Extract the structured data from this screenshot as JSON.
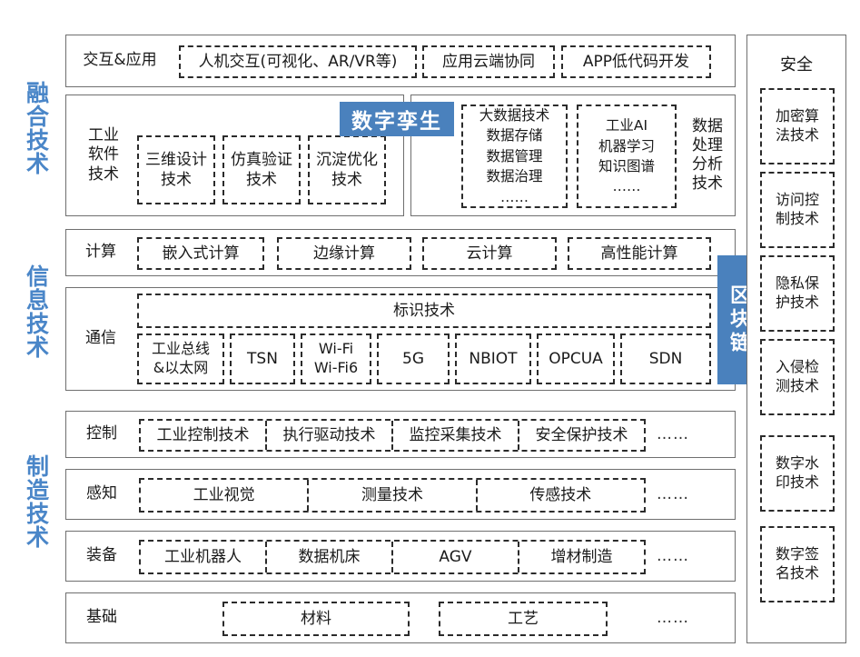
{
  "layers": [
    {
      "key": "fusion",
      "label": "融合技术"
    },
    {
      "key": "information",
      "label": "信息技术"
    },
    {
      "key": "manufacturing",
      "label": "制造技术"
    }
  ],
  "interaction_row": {
    "label": "交互&应用",
    "items": [
      "人机交互(可视化、AR/VR等)",
      "应用云端协同",
      "APP低代码开发"
    ]
  },
  "software_row": {
    "label": "工业\n软件\n技术",
    "items": [
      "三维设计\n技术",
      "仿真验证\n技术",
      "沉淀优化\n技术"
    ]
  },
  "digital_twin": {
    "label": "数字孪生",
    "color": "#4a81bd"
  },
  "data_row": {
    "label": "数据\n处理\n分析\n技术",
    "items": [
      "大数据技术\n数据存储\n数据管理\n数据治理\n……",
      "工业AI\n机器学习\n知识图谱\n……"
    ]
  },
  "compute_row": {
    "label": "计算",
    "items": [
      "嵌入式计算",
      "边缘计算",
      "云计算",
      "高性能计算"
    ]
  },
  "comm_row": {
    "label": "通信",
    "banner": "标识技术",
    "items": [
      "工业总线\n&以太网",
      "TSN",
      "Wi-Fi\nWi-Fi6",
      "5G",
      "NBIOT",
      "OPCUA",
      "SDN"
    ]
  },
  "blockchain": {
    "label": "区块链",
    "color": "#4a81bd"
  },
  "control_row": {
    "label": "控制",
    "items": [
      "工业控制技术",
      "执行驱动技术",
      "监控采集技术",
      "安全保护技术"
    ],
    "ellipsis": "……"
  },
  "perception_row": {
    "label": "感知",
    "items": [
      "工业视觉",
      "测量技术",
      "传感技术"
    ],
    "ellipsis": "……"
  },
  "equipment_row": {
    "label": "装备",
    "items": [
      "工业机器人",
      "数据机床",
      "AGV",
      "增材制造"
    ],
    "ellipsis": "……"
  },
  "foundation_row": {
    "label": "基础",
    "items": [
      "材料",
      "工艺"
    ],
    "ellipsis": "……"
  },
  "security_column": {
    "title": "安全",
    "items": [
      "加密算\n法技术",
      "访问控\n制技术",
      "隐私保\n护技术",
      "入侵检\n测技术",
      "数字水\n印技术",
      "数字签\n名技术"
    ]
  }
}
